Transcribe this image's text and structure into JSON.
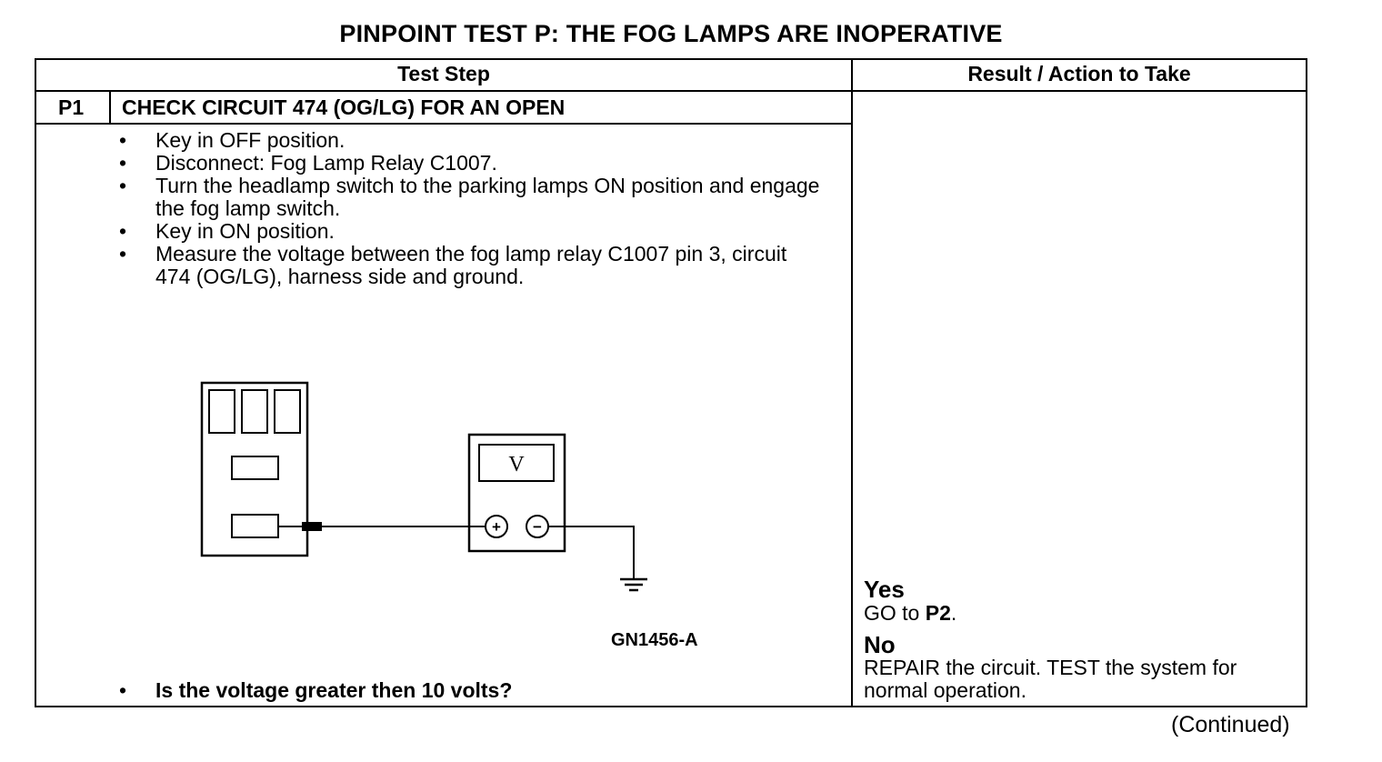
{
  "page": {
    "title": "PINPOINT TEST  P: THE FOG LAMPS ARE INOPERATIVE",
    "continued": "(Continued)"
  },
  "table": {
    "header_test_step": "Test Step",
    "header_result": "Result / Action to Take",
    "step": {
      "id": "P1",
      "title": "CHECK CIRCUIT 474 (OG/LG) FOR AN OPEN",
      "bullet_char": "•",
      "bullets": [
        "Key in OFF position.",
        "Disconnect: Fog Lamp Relay C1007.",
        "Turn the headlamp switch to the parking lamps ON position and engage the fog lamp switch.",
        "Key in ON position.",
        "Measure the voltage between the fog lamp relay C1007 pin 3, circuit 474 (OG/LG), harness side and ground."
      ],
      "question": "Is the voltage greater then 10 volts?",
      "figure": {
        "id": "GN1456-A",
        "meter_label": "V",
        "plus": "+",
        "minus": "−"
      }
    },
    "results": {
      "yes_label": "Yes",
      "yes_prefix": "GO to ",
      "yes_target": "P2",
      "yes_suffix": ".",
      "no_label": "No",
      "no_action": "REPAIR the circuit. TEST the system for normal operation."
    }
  }
}
